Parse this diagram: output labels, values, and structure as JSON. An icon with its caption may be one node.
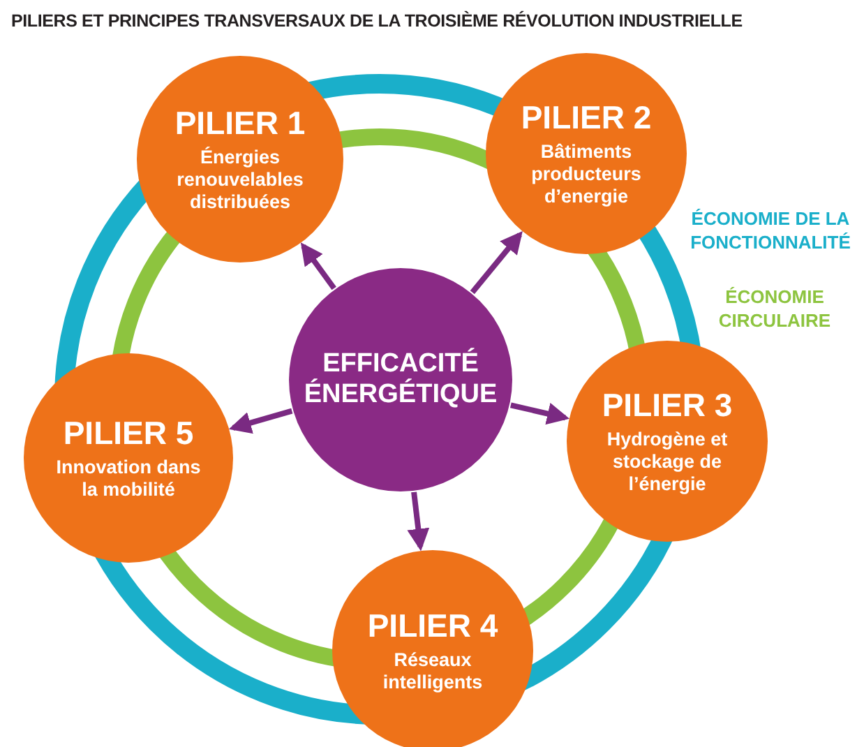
{
  "diagram": {
    "title": "PILIERS ET PRINCIPES TRANSVERSAUX DE LA TROISIÈME RÉVOLUTION INDUSTRIELLE",
    "nodes": [
      {
        "text": [
          "PILIER 1",
          "Énergies renouvelables distribuées"
        ]
      },
      {
        "text": [
          "PILIER 2",
          "Bâtiments producteurs d’energie"
        ]
      },
      {
        "text": [
          "PILIER 3",
          "Hydrogène et stockage de l’énergie"
        ]
      },
      {
        "text": [
          "PILIER 4",
          "Réseaux intelligents"
        ]
      },
      {
        "text": [
          "PILIER 5",
          "Innovation dans la mobilité"
        ]
      },
      {
        "text": [
          "EFFICACITÉ ÉNERGÉTIQUE"
        ]
      }
    ],
    "edges": [
      {
        "from": 5,
        "to": 0,
        "arrow": "to"
      },
      {
        "from": 5,
        "to": 1,
        "arrow": "to"
      },
      {
        "from": 5,
        "to": 2,
        "arrow": "to"
      },
      {
        "from": 5,
        "to": 3,
        "arrow": "to"
      },
      {
        "from": 5,
        "to": 4,
        "arrow": "to"
      }
    ],
    "labels": [
      "ÉCONOMIE DE LA FONCTIONNALITÉ",
      "ÉCONOMIE CIRCULAIRE"
    ]
  }
}
